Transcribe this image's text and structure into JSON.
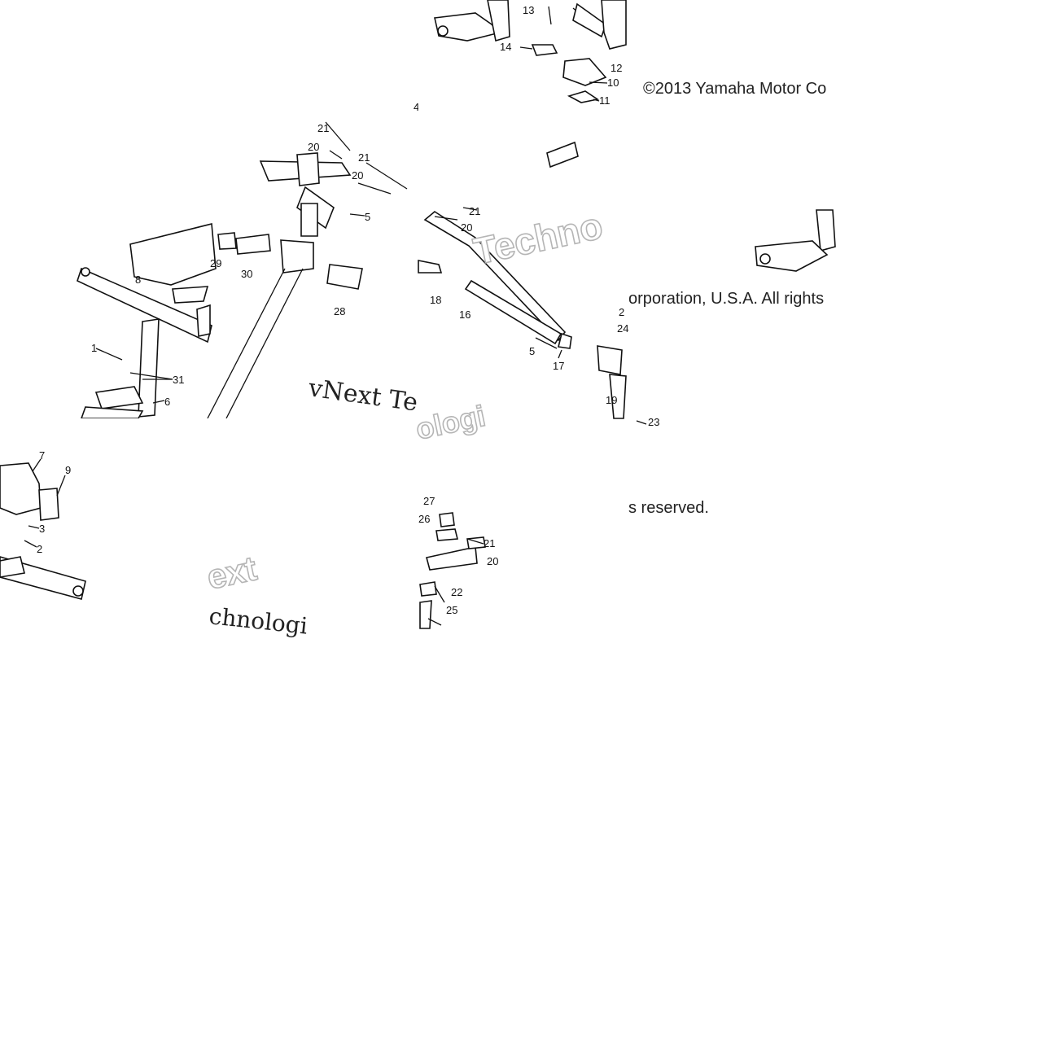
{
  "copyright_1": "©2013 Yamaha Motor Co",
  "copyright_2": "orporation, U.S.A. All rights",
  "copyright_3": "s reserved.",
  "watermark": {
    "w1": "vNext Te",
    "w2": "Techno",
    "w3": "ext",
    "w4": "chnologi",
    "w5": "ologi"
  },
  "callouts": {
    "c1": "1",
    "c2": "2",
    "c3": "3",
    "c4": "4",
    "c5": "5",
    "c6": "6",
    "c7": "7",
    "c8": "8",
    "c9": "9",
    "c10": "10",
    "c11": "11",
    "c12": "12",
    "c13": "13",
    "c14": "14",
    "c16": "16",
    "c17": "17",
    "c18": "18",
    "c19": "19",
    "c20": "20",
    "c21": "21",
    "c22": "22",
    "c23": "23",
    "c24": "24",
    "c25": "25",
    "c26": "26",
    "c27": "27",
    "c28": "28",
    "c29": "29",
    "c30": "30",
    "c31": "31"
  }
}
